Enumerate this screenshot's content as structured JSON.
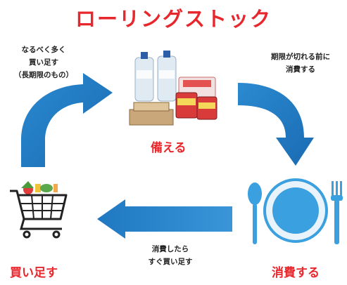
{
  "title": "ローリングストック",
  "notes": {
    "buy_hint": [
      "なるべく多く",
      "買い足す",
      "（長期限のもの）"
    ],
    "consume_hint": [
      "期限が切れる前に",
      "消費する"
    ],
    "rebuy_hint": [
      "消費したら",
      "すぐ買い足す"
    ]
  },
  "labels": {
    "prepare": "備える",
    "consume": "消費する",
    "buy": "買い足す"
  },
  "colors": {
    "title": "#e8272d",
    "arrow": "#1f78c1",
    "arrow_light": "#3a95d8",
    "plate": "#3aa0df"
  },
  "icons": [
    "supplies-icon",
    "plate-fork-spoon-icon",
    "shopping-cart-icon"
  ]
}
